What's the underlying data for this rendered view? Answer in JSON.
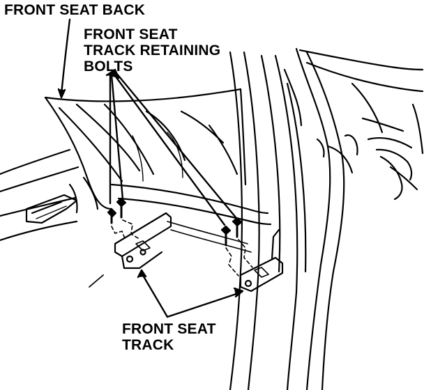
{
  "figure": {
    "labels": {
      "seat_back": [
        "FRONT SEAT BACK"
      ],
      "retaining_bolts": [
        "FRONT SEAT",
        "TRACK RETAINING",
        "BOLTS"
      ],
      "seat_track": [
        "FRONT SEAT",
        "TRACK"
      ]
    },
    "colors": {
      "ink": "#000000",
      "paper": "#ffffff"
    }
  }
}
